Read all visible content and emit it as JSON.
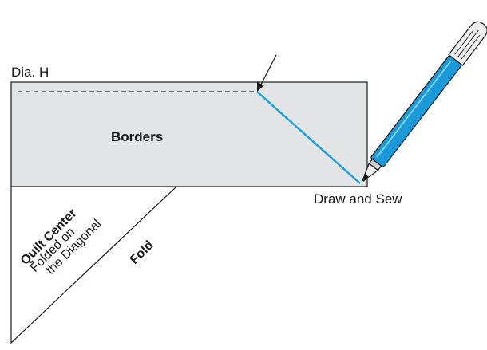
{
  "labels": {
    "dia_h": "Dia. H",
    "borders": "Borders",
    "draw_and_sew": "Draw and Sew",
    "quilt_center": "Quilt Center",
    "folded_on": "Folded on",
    "the_diagonal": "the Diagonal",
    "fold": "Fold"
  },
  "colors": {
    "fabric_fill": "#e3e4e5",
    "outline": "#1a1a1a",
    "sew_line": "#1aa3e0",
    "pen_body": "#1a9ad8",
    "pen_cap": "#eeeeee"
  },
  "icons": {
    "pen": "marking-pen-icon",
    "arrow": "pointer-arrow-icon"
  }
}
